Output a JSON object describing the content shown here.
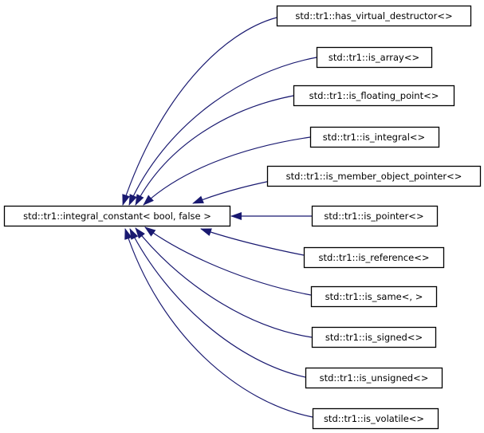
{
  "diagram": {
    "base": {
      "label": "std::tr1::integral_constant< bool, false >"
    },
    "derived": [
      {
        "label": "std::tr1::has_virtual_destructor<>"
      },
      {
        "label": "std::tr1::is_array<>"
      },
      {
        "label": "std::tr1::is_floating_point<>"
      },
      {
        "label": "std::tr1::is_integral<>"
      },
      {
        "label": "std::tr1::is_member_object_pointer<>"
      },
      {
        "label": "std::tr1::is_pointer<>"
      },
      {
        "label": "std::tr1::is_reference<>"
      },
      {
        "label": "std::tr1::is_same<, >"
      },
      {
        "label": "std::tr1::is_signed<>"
      },
      {
        "label": "std::tr1::is_unsigned<>"
      },
      {
        "label": "std::tr1::is_volatile<>"
      }
    ],
    "colors": {
      "edge": "#191970",
      "node_border": "#000000",
      "node_fill": "#ffffff",
      "text": "#000000"
    }
  }
}
